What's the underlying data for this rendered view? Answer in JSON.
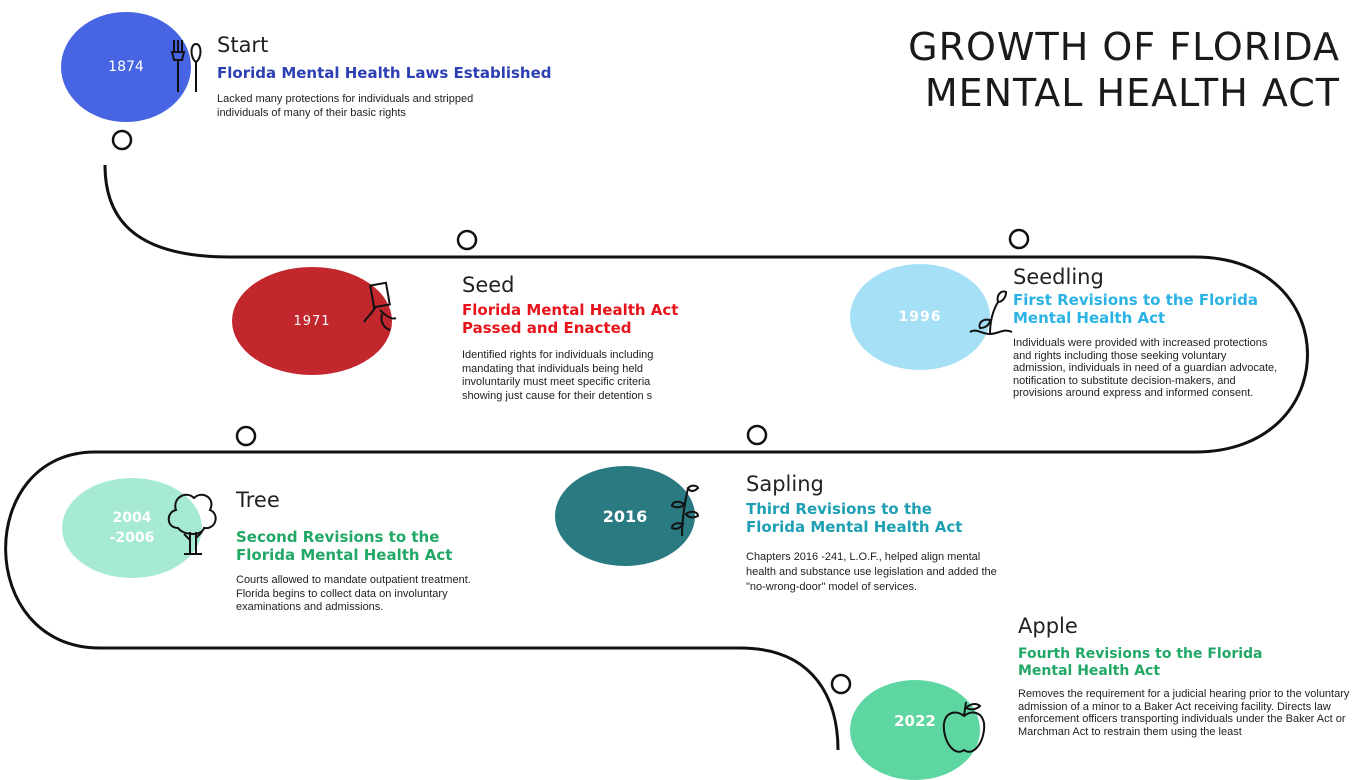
{
  "title": {
    "line1": "GROWTH OF FLORIDA",
    "line2": "MENTAL HEALTH ACT"
  },
  "colors": {
    "blue": "#4765e2",
    "darkblue": "#2c3fb3",
    "red": "#c1272d",
    "redtext": "#e8141c",
    "lightblue": "#a6e0f7",
    "cyan": "#2bb3e6",
    "mint": "#a6ead3",
    "green": "#21a866",
    "teal": "#2a7a82",
    "tealtext": "#1e9fb3",
    "applegreen": "#5dd6a1",
    "road": "#111111"
  },
  "milestones": [
    {
      "year": "1874",
      "stage": "Start",
      "icon": "garden-tools-icon",
      "headline": "Florida Mental Health Laws Established",
      "desc": "Lacked many protections for individuals and stripped individuals of many of their basic rights"
    },
    {
      "year": "1971",
      "stage": "Seed",
      "icon": "seed-packet-icon",
      "headline": "Florida Mental Health Act Passed and Enacted",
      "desc": "Identified rights for individuals including mandating that individuals being held involuntarily must meet specific criteria showing just cause for their detention s"
    },
    {
      "year": "1996",
      "stage": "Seedling",
      "icon": "seedling-icon",
      "headline": "First Revisions to the Florida Mental Health Act",
      "desc": "Individuals were provided with increased protections and rights including those seeking voluntary admission, individuals in need of a guardian advocate, notification to substitute decision-makers, and provisions around express and informed consent."
    },
    {
      "year": "2004 -2006",
      "stage": "Tree",
      "icon": "tree-icon",
      "headline": "Second Revisions to the Florida Mental Health Act",
      "desc": "Courts allowed to mandate outpatient treatment. Florida begins to collect data on involuntary examinations and admissions."
    },
    {
      "year": "2016",
      "stage": "Sapling",
      "icon": "sapling-icon",
      "headline": "Third Revisions to the Florida Mental Health Act",
      "desc": "Chapters 2016 -241, L.O.F., helped align mental health and substance use legislation and added the \"no-wrong-door\" model of services."
    },
    {
      "year": "2022",
      "stage": "Apple",
      "icon": "apple-icon",
      "headline": "Fourth Revisions to the Florida Mental Health Act",
      "desc": "Removes the requirement for a judicial hearing prior to the voluntary admission of a minor to a Baker Act receiving facility. Directs law enforcement officers transporting individuals under the Baker Act or Marchman Act to restrain them using the least"
    }
  ]
}
